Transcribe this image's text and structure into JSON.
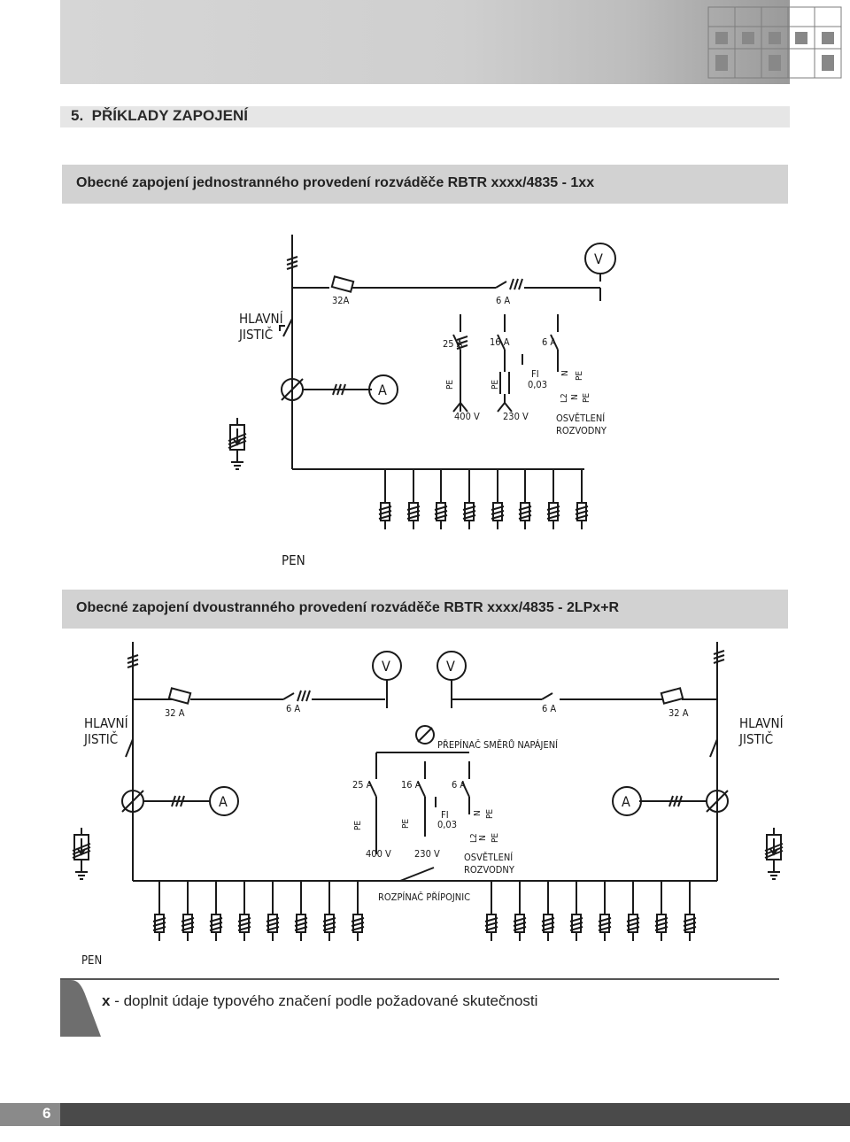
{
  "section": {
    "number": "5.",
    "title": "PŘÍKLADY ZAPOJENÍ"
  },
  "diagram1": {
    "heading": "Obecné zapojení jednostranného provedení rozváděče RBTR xxxx/4835 - 1xx",
    "labels": {
      "main_breaker_1": "HLAVNÍ",
      "main_breaker_2": "JISTIČ",
      "fuse_32": "32A",
      "breaker_6_top": "6 A",
      "breaker_25": "25 A",
      "breaker_16": "16 A",
      "breaker_6": "6 A",
      "voltmeter": "V",
      "ammeter": "A",
      "pe_1": "PE",
      "pe_2": "PE",
      "fi_1": "FI",
      "fi_2": "0,03",
      "n_top": "N",
      "pe_top": "PE",
      "l2": "L2",
      "n_bottom": "N",
      "pe_bottom": "PE",
      "v400": "400 V",
      "v230": "230 V",
      "lighting_1": "OSVĚTLENÍ",
      "lighting_2": "ROZVODNY",
      "pen": "PEN"
    }
  },
  "diagram2": {
    "heading": "Obecné zapojení dvoustranného provedení rozváděče RBTR xxxx/4835 - 2LPx+R",
    "labels": {
      "main_breaker_1": "HLAVNÍ",
      "main_breaker_2": "JISTIČ",
      "fuse_32_left": "32 A",
      "fuse_32_right": "32 A",
      "breaker_6_left": "6 A",
      "breaker_6_right": "6 A",
      "voltmeter_1": "V",
      "voltmeter_2": "V",
      "ammeter_left": "A",
      "ammeter_right": "A",
      "changeover": "PŘEPÍNAČ SMĚRŮ NAPÁJENÍ",
      "breaker_25": "25 A",
      "breaker_16": "16 A",
      "breaker_6": "6 A",
      "pe_1": "PE",
      "pe_2": "PE",
      "fi_1": "FI",
      "fi_2": "0,03",
      "n_top": "N",
      "pe_top": "PE",
      "l2": "L2",
      "n_bottom": "N",
      "pe_bottom": "PE",
      "v400": "400 V",
      "v230": "230 V",
      "lighting_1": "OSVĚTLENÍ",
      "lighting_2": "ROZVODNY",
      "busbar_switch": "ROZPÍNAČ PŘÍPOJNIC",
      "pen": "PEN"
    }
  },
  "note": {
    "symbol": "x",
    "text": " - doplnit údaje typového značení podle požadované skutečnosti"
  },
  "footer": {
    "page": "6"
  }
}
